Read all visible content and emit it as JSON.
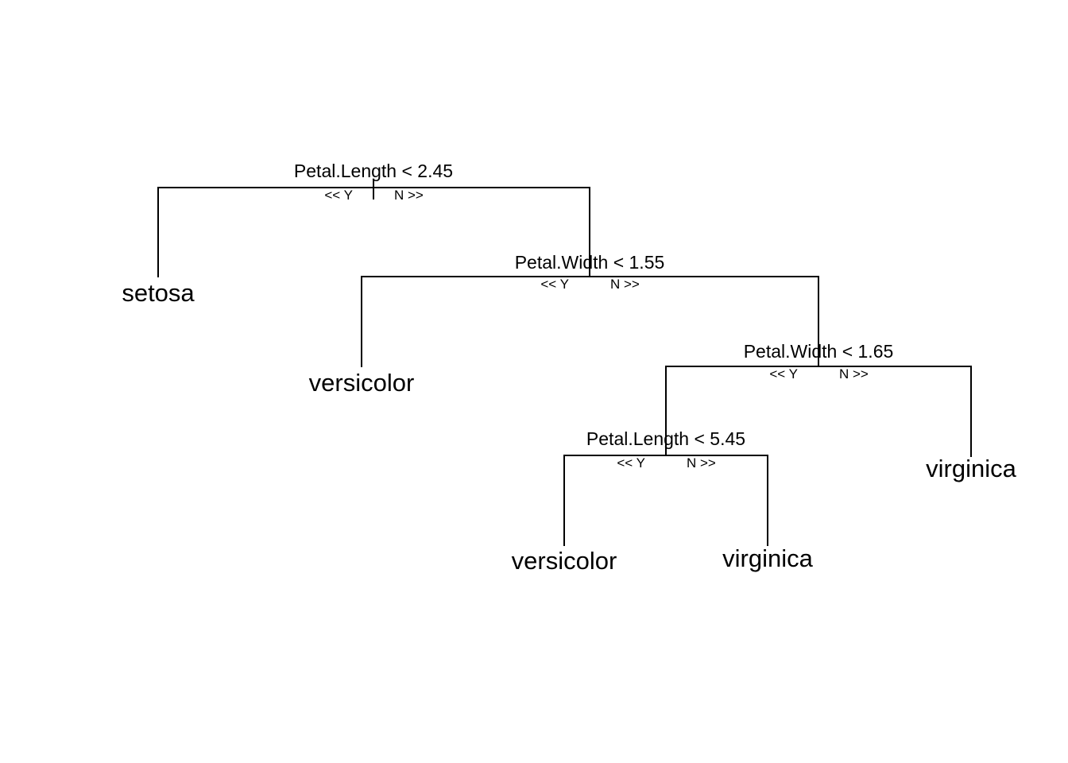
{
  "tree": {
    "root": {
      "condition": "Petal.Length < 2.45",
      "yes_label": "<< Y",
      "no_label": "N >>",
      "yes": {
        "leaf": "setosa"
      },
      "no": {
        "condition": "Petal.Width < 1.55",
        "yes_label": "<< Y",
        "no_label": "N >>",
        "yes": {
          "leaf": "versicolor"
        },
        "no": {
          "condition": "Petal.Width < 1.65",
          "yes_label": "<< Y",
          "no_label": "N >>",
          "yes": {
            "condition": "Petal.Length < 5.45",
            "yes_label": "<< Y",
            "no_label": "N >>",
            "yes": {
              "leaf": "versicolor"
            },
            "no": {
              "leaf": "virginica"
            }
          },
          "no": {
            "leaf": "virginica"
          }
        }
      }
    }
  }
}
